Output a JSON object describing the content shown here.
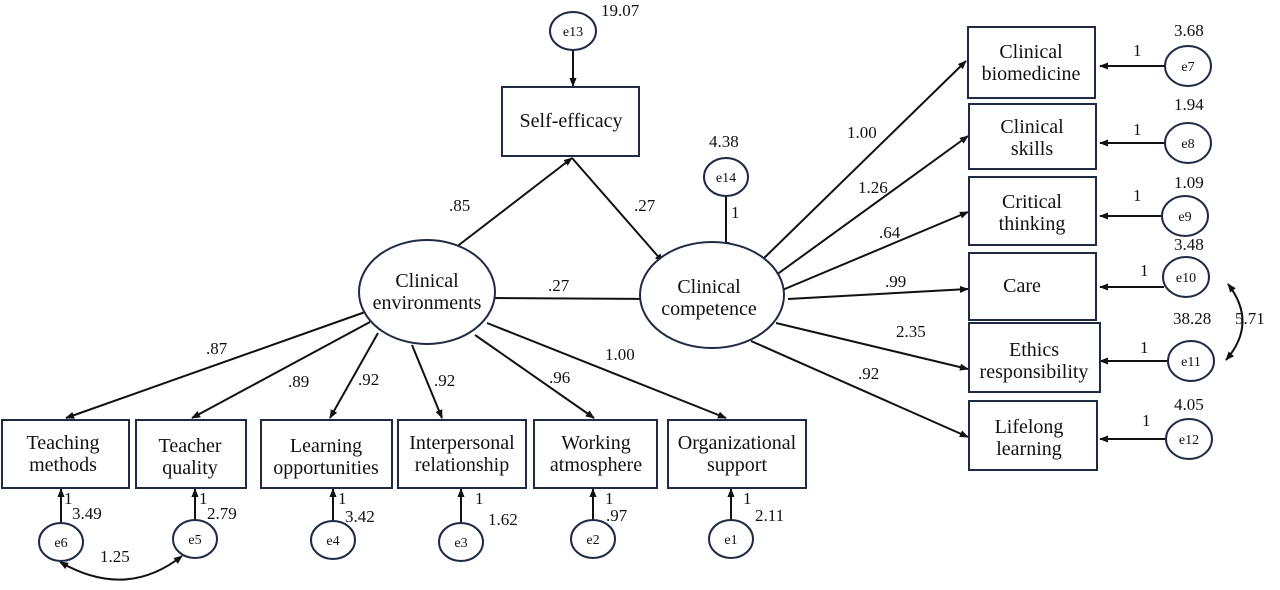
{
  "nodes": {
    "self_efficacy": [
      "Self-efficacy"
    ],
    "clinical_env": [
      "Clinical",
      "environments"
    ],
    "clinical_comp": [
      "Clinical",
      "competence"
    ],
    "teaching": [
      "Teaching",
      "methods"
    ],
    "teacher": [
      "Teacher",
      "quality"
    ],
    "learning": [
      "Learning",
      "opportunities"
    ],
    "interpersonal": [
      "Interpersonal",
      "relationship"
    ],
    "working": [
      "Working",
      "atmosphere"
    ],
    "organizational": [
      "Organizational",
      "support"
    ],
    "biomedicine": [
      "Clinical",
      "biomedicine"
    ],
    "skills": [
      "Clinical",
      "skills"
    ],
    "critical": [
      "Critical",
      "thinking"
    ],
    "care": [
      "Care"
    ],
    "ethics": [
      "Ethics",
      "responsibility"
    ],
    "lifelong": [
      "Lifelong",
      "learning"
    ]
  },
  "errors": {
    "e13": "e13",
    "e14": "e14",
    "e1": "e1",
    "e2": "e2",
    "e3": "e3",
    "e4": "e4",
    "e5": "e5",
    "e6": "e6",
    "e7": "e7",
    "e8": "e8",
    "e9": "e9",
    "e10": "e10",
    "e11": "e11",
    "e12": "e12"
  },
  "variances": {
    "e13": "19.07",
    "e14": "4.38",
    "e6": "3.49",
    "e5": "2.79",
    "e4": "3.42",
    "e3": "1.62",
    "e2": ".97",
    "e1": "2.11",
    "e7": "3.68",
    "e8": "1.94",
    "e9": "1.09",
    "e10": "3.48",
    "e11": "38.28",
    "e12": "4.05"
  },
  "paths": {
    "env_to_self": ".85",
    "self_to_comp": ".27",
    "env_to_comp": ".27",
    "env_to_teaching": ".87",
    "env_to_teacher": ".89",
    "env_to_learning": ".92",
    "env_to_interpersonal": ".92",
    "env_to_working": ".96",
    "env_to_organizational": "1.00",
    "comp_to_biomedicine": "1.00",
    "comp_to_skills": "1.26",
    "comp_to_critical": ".64",
    "comp_to_care": ".99",
    "comp_to_ethics": "2.35",
    "comp_to_lifelong": ".92"
  },
  "fixed_loading": "1",
  "covariances": {
    "e6_e5": "1.25",
    "e10_e11": "5.71"
  }
}
